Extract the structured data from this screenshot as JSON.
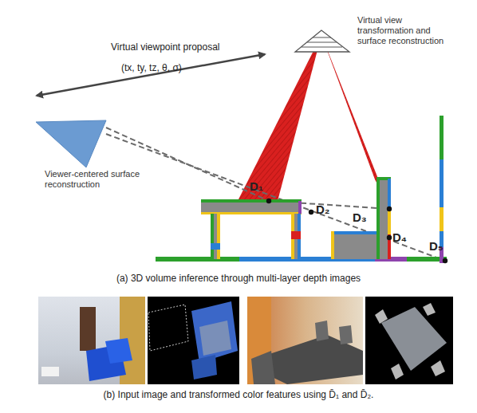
{
  "diagram": {
    "nodes": [
      {
        "text": [
          "Virtual view transformation and surface reconstruction"
        ]
      },
      {
        "text": [
          "Viewer-centered surface reconstruction"
        ]
      }
    ],
    "edges": [
      {
        "from": 1,
        "to": 0,
        "arrow": "both",
        "label": "Virtual viewpoint proposal"
      }
    ],
    "labels": [
      "(tx, ty, tz, θ, σ)",
      "D₁",
      "D₂",
      "D₃",
      "D₄",
      "D₅",
      "(a) 3D volume inference through multi-layer depth images",
      "(b) Input image and transformed color features using D̄₁ and D̄₂."
    ]
  }
}
